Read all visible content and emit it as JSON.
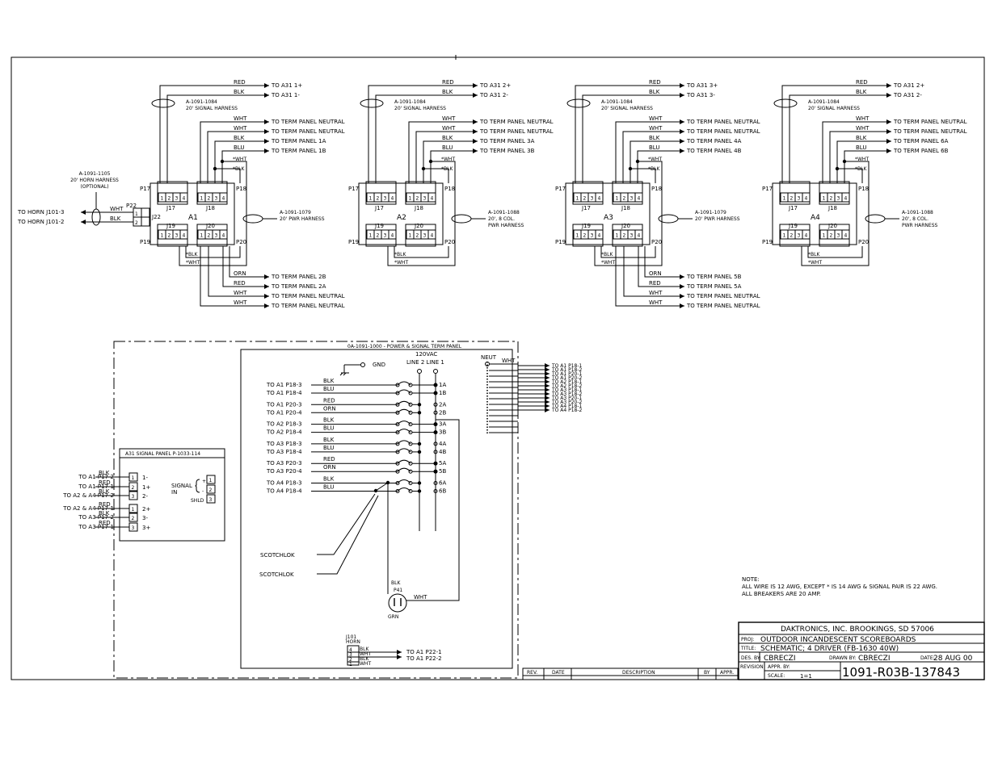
{
  "title_block": {
    "company": "DAKTRONICS, INC.   BROOKINGS, SD 57006",
    "proj_label": "PROJ:",
    "proj": "OUTDOOR INCANDESCENT SCOREBOARDS",
    "title_label": "TITLE:",
    "title": "SCHEMATIC; 4 DRIVER (FB-1630 40W)",
    "des_label": "DES. BY:",
    "des_by": "CBRECZI",
    "drawn_label": "DRAWN BY:",
    "drawn_by": "CBRECZI",
    "date_label": "DATE:",
    "date": "28 AUG 00",
    "revision_label": "REVISION",
    "appr_label": "APPR. BY:",
    "scale_label": "SCALE:",
    "scale": "1=1",
    "drawing_number": "1091-R03B-137843",
    "rev_headers": [
      "REV.",
      "DATE",
      "DESCRIPTION",
      "BY",
      "APPR."
    ]
  },
  "note": {
    "heading": "NOTE:",
    "line1": "ALL WIRE IS 12 AWG, EXCEPT * IS 14 AWG & SIGNAL PAIR IS 22 AWG.",
    "line2": "ALL BREAKERS ARE 20 AMP."
  },
  "drivers": [
    {
      "name": "A1",
      "top_wires": [
        [
          "RED",
          "TO A31 1+"
        ],
        [
          "BLK",
          "TO A31 1-"
        ]
      ],
      "signal_harness": [
        "A-1091-1084",
        "20' SIGNAL HARNESS"
      ],
      "term_wires": [
        [
          "WHT",
          "TO TERM PANEL NEUTRAL"
        ],
        [
          "WHT",
          "TO TERM PANEL NEUTRAL"
        ],
        [
          "BLK",
          "TO TERM PANEL 1A"
        ],
        [
          "BLU",
          "TO TERM PANEL 1B"
        ]
      ],
      "pwr_harness": [
        "A-1091-1079",
        "20' PWR HARNESS"
      ],
      "bottom_wires": [
        [
          "ORN",
          "TO TERM PANEL 2B"
        ],
        [
          "RED",
          "TO TERM PANEL 2A"
        ],
        [
          "WHT",
          "TO TERM PANEL NEUTRAL"
        ],
        [
          "WHT",
          "TO TERM PANEL NEUTRAL"
        ]
      ]
    },
    {
      "name": "A2",
      "top_wires": [
        [
          "RED",
          "TO A31 2+"
        ],
        [
          "BLK",
          "TO A31 2-"
        ]
      ],
      "signal_harness": [
        "A-1091-1084",
        "20' SIGNAL HARNESS"
      ],
      "term_wires": [
        [
          "WHT",
          "TO TERM PANEL NEUTRAL"
        ],
        [
          "WHT",
          "TO TERM PANEL NEUTRAL"
        ],
        [
          "BLK",
          "TO TERM PANEL 3A"
        ],
        [
          "BLU",
          "TO TERM PANEL 3B"
        ]
      ],
      "pwr_harness": [
        "A-1091-1088",
        "20', 8 COL.",
        "PWR HARNESS"
      ],
      "bottom_wires": []
    },
    {
      "name": "A3",
      "top_wires": [
        [
          "RED",
          "TO A31 3+"
        ],
        [
          "BLK",
          "TO A31 3-"
        ]
      ],
      "signal_harness": [
        "A-1091-1084",
        "20' SIGNAL HARNESS"
      ],
      "term_wires": [
        [
          "WHT",
          "TO TERM PANEL NEUTRAL"
        ],
        [
          "WHT",
          "TO TERM PANEL NEUTRAL"
        ],
        [
          "BLK",
          "TO TERM PANEL 4A"
        ],
        [
          "BLU",
          "TO TERM PANEL 4B"
        ]
      ],
      "pwr_harness": [
        "A-1091-1079",
        "20' PWR HARNESS"
      ],
      "bottom_wires": [
        [
          "ORN",
          "TO TERM PANEL 5B"
        ],
        [
          "RED",
          "TO TERM PANEL 5A"
        ],
        [
          "WHT",
          "TO TERM PANEL NEUTRAL"
        ],
        [
          "WHT",
          "TO TERM PANEL NEUTRAL"
        ]
      ]
    },
    {
      "name": "A4",
      "top_wires": [
        [
          "RED",
          "TO A31 2+"
        ],
        [
          "BLK",
          "TO A31 2-"
        ]
      ],
      "signal_harness": [
        "A-1091-1084",
        "20' SIGNAL HARNESS"
      ],
      "term_wires": [
        [
          "WHT",
          "TO TERM PANEL NEUTRAL"
        ],
        [
          "WHT",
          "TO TERM PANEL NEUTRAL"
        ],
        [
          "BLK",
          "TO TERM PANEL 6A"
        ],
        [
          "BLU",
          "TO TERM PANEL 6B"
        ]
      ],
      "pwr_harness": [
        "A-1091-1088",
        "20', 8 COL.",
        "PWR HARNESS"
      ],
      "bottom_wires": []
    }
  ],
  "connectors": {
    "p17": "P17",
    "p18": "P18",
    "p19": "P19",
    "p20": "P20",
    "j17": "J17",
    "j18": "J18",
    "j19": "J19",
    "j20": "J20",
    "pins": [
      "1",
      "2",
      "3",
      "4"
    ],
    "star_wht": "*WHT",
    "star_blk": "*BLK"
  },
  "horn": {
    "harness": [
      "A-1091-1105",
      "20' HORN HARNESS",
      "(OPTIONAL)"
    ],
    "p22": "P22",
    "j22": "J22",
    "wires": [
      [
        "WHT",
        "TO HORN J101-3"
      ],
      [
        "BLK",
        "TO HORN J101-2"
      ]
    ],
    "pins": [
      "1",
      "2"
    ]
  },
  "term_panel": {
    "title": "0A-1091-1000 - POWER & SIGNAL TERM PANEL",
    "voltage": "120VAC",
    "lines": "LINE 2  LINE 1",
    "gnd": "GND",
    "neut": "NEUT",
    "neut_wire": "WHT",
    "breakers": [
      {
        "to": "TO A1 P18-3",
        "color": "BLK",
        "label": "1A"
      },
      {
        "to": "TO A1 P18-4",
        "color": "BLU",
        "label": "1B"
      },
      {
        "to": "TO A1 P20-3",
        "color": "RED",
        "label": "2A"
      },
      {
        "to": "TO A1 P20-4",
        "color": "ORN",
        "label": "2B"
      },
      {
        "to": "TO A2 P18-3",
        "color": "BLK",
        "label": "3A"
      },
      {
        "to": "TO A2 P18-4",
        "color": "BLU",
        "label": "3B"
      },
      {
        "to": "TO A3 P18-3",
        "color": "BLK",
        "label": "4A"
      },
      {
        "to": "TO A3 P18-4",
        "color": "BLU",
        "label": "4B"
      },
      {
        "to": "TO A3 P20-3",
        "color": "RED",
        "label": "5A"
      },
      {
        "to": "TO A3 P20-4",
        "color": "ORN",
        "label": "5B"
      },
      {
        "to": "TO A4 P18-3",
        "color": "BLK",
        "label": "6A"
      },
      {
        "to": "TO A4 P18-4",
        "color": "BLU",
        "label": "6B"
      }
    ],
    "neutral_outs": [
      "TO A1 P18-1",
      "TO A1 P18-2",
      "TO A1 P20-1",
      "TO A1 P20-2",
      "TO A2 P18-1",
      "TO A2 P18-2",
      "TO A3 P18-1",
      "TO A3 P18-2",
      "TO A3 P20-1",
      "TO A3 P20-2",
      "TO A4 P18-1",
      "TO A4 P18-2"
    ],
    "scotchlok": [
      "SCOTCHLOK",
      "SCOTCHLOK"
    ],
    "p41": "P41",
    "p41_blk": "BLK",
    "p41_wht": "WHT",
    "p41_grn": "GRN",
    "j101": [
      "J101",
      "HORN"
    ],
    "j101_pins": [
      "4",
      "3",
      "2",
      "1"
    ],
    "j101_wires": [
      "BLK",
      "WHT",
      "BLK",
      "WHT"
    ],
    "j101_outs": [
      "TO A1 P22-1",
      "TO A1 P22-2"
    ]
  },
  "signal_panel": {
    "title": "A31 SIGNAL PANEL P-1033-114",
    "rows": [
      {
        "to": "TO A1 P17-2",
        "color": "BLK",
        "pin": "1",
        "label": "1-"
      },
      {
        "to": "TO A1 P17-1",
        "color": "RED",
        "pin": "2",
        "label": "1+"
      },
      {
        "to": "TO A2 & A4 P17-2",
        "color": "BLK",
        "pin": "3",
        "label": "2-"
      },
      {
        "to": "TO A2 & A4 P17-1",
        "color": "RED",
        "pin": "1",
        "label": "2+"
      },
      {
        "to": "TO A3 P17-2",
        "color": "BLK",
        "pin": "2",
        "label": "3-"
      },
      {
        "to": "TO A3 P17-1",
        "color": "RED",
        "pin": "3",
        "label": "3+"
      }
    ],
    "signal_in": [
      "SIGNAL",
      "IN"
    ],
    "signal_pins": [
      "1",
      "2",
      "3"
    ],
    "signal_pin_labels": [
      "+",
      "-",
      "SHLD"
    ]
  }
}
